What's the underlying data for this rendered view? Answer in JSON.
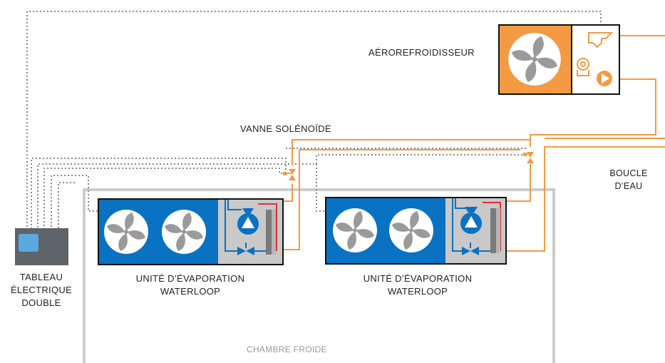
{
  "labels": {
    "dry_cooler": "AÉROREFROIDISSEUR",
    "solenoid_valve": "VANNE SOLÉNOÏDE",
    "water_loop_line1": "BOUCLE",
    "water_loop_line2": "D’EAU",
    "panel_line1": "TABLEAU",
    "panel_line2": "ÉLECTRIQUE",
    "panel_line3": "DOUBLE",
    "evap_unit_1_line1": "UNITÉ D’ÉVAPORATION",
    "evap_unit_1_line2": "WATERLOOP",
    "evap_unit_2_line1": "UNITÉ D’ÉVAPORATION",
    "evap_unit_2_line2": "WATERLOOP",
    "cold_room": "CHAMBRE FROIDE"
  },
  "colors": {
    "pipe_orange": "#f39a43",
    "unit_blue": "#0a72c2",
    "fan_disc": "#ffffff",
    "fan_blade": "#9a9a9a",
    "wiring_dots": "#888888",
    "room_wall": "#cccccc",
    "panel_grey": "#5f6469",
    "panel_button": "#59a9df",
    "refrigerant_red": "#e0303a"
  }
}
